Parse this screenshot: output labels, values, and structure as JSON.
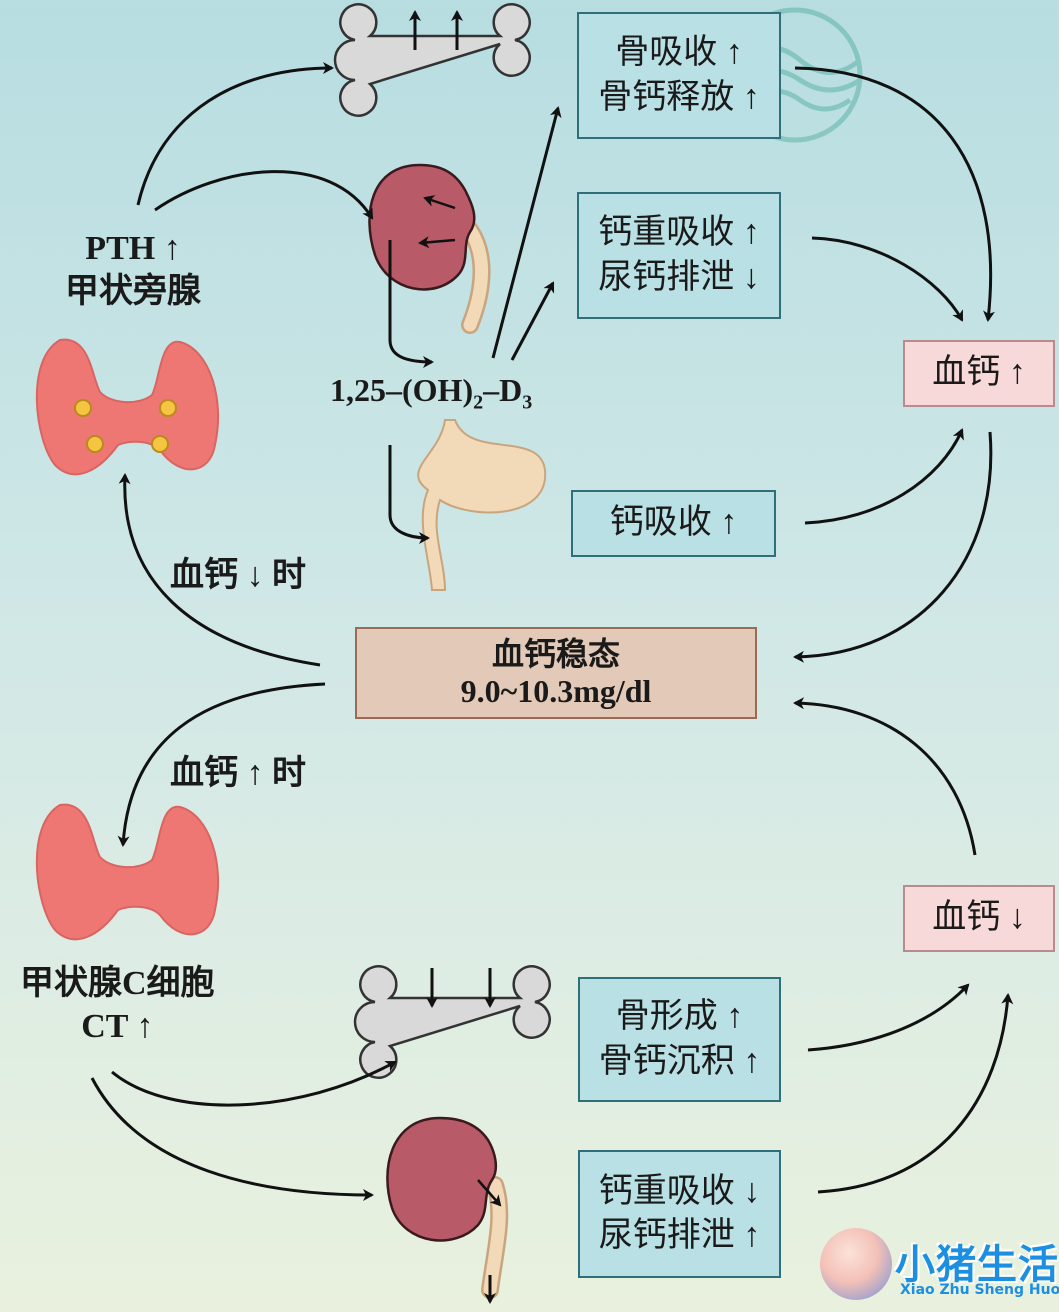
{
  "colors": {
    "arrow": "#111111",
    "box_fill": "#b9e0e4",
    "box_border": "#2f6f7a",
    "pink_box": "#f6d9d8",
    "homeostasis_box": "#e3c9b7",
    "thyroid": "#ee7773",
    "kidney": "#b85a67",
    "bone": "#d9d9d9",
    "gut": "#f2d9b8"
  },
  "labels": {
    "pth_line1": "PTH ↑",
    "pth_line2": "甲状旁腺",
    "formula_main": "1,25–(OH)",
    "formula_sub1": "2",
    "formula_mid": "–D",
    "formula_sub2": "3",
    "low_calcium": "血钙 ↓ 时",
    "high_calcium": "血钙 ↑ 时",
    "c_cell_line1": "甲状腺C细胞",
    "c_cell_line2": "CT ↑"
  },
  "boxes": {
    "bone_resorption_l1": "骨吸收 ↑",
    "bone_resorption_l2": "骨钙释放 ↑",
    "kidney_top_l1": "钙重吸收 ↑",
    "kidney_top_l2": "尿钙排泄 ↓",
    "gut_absorption": "钙吸收 ↑",
    "blood_ca_up": "血钙 ↑",
    "homeostasis_l1": "血钙稳态",
    "homeostasis_l2": "9.0~10.3mg/dl",
    "blood_ca_down": "血钙 ↓",
    "bone_formation_l1": "骨形成 ↑",
    "bone_formation_l2": "骨钙沉积 ↑",
    "kidney_bottom_l1": "钙重吸收 ↓",
    "kidney_bottom_l2": "尿钙排泄 ↑"
  },
  "watermark": {
    "brand": "小猪生活",
    "brand_sub": "Xiao Zhu Sheng Huo"
  }
}
